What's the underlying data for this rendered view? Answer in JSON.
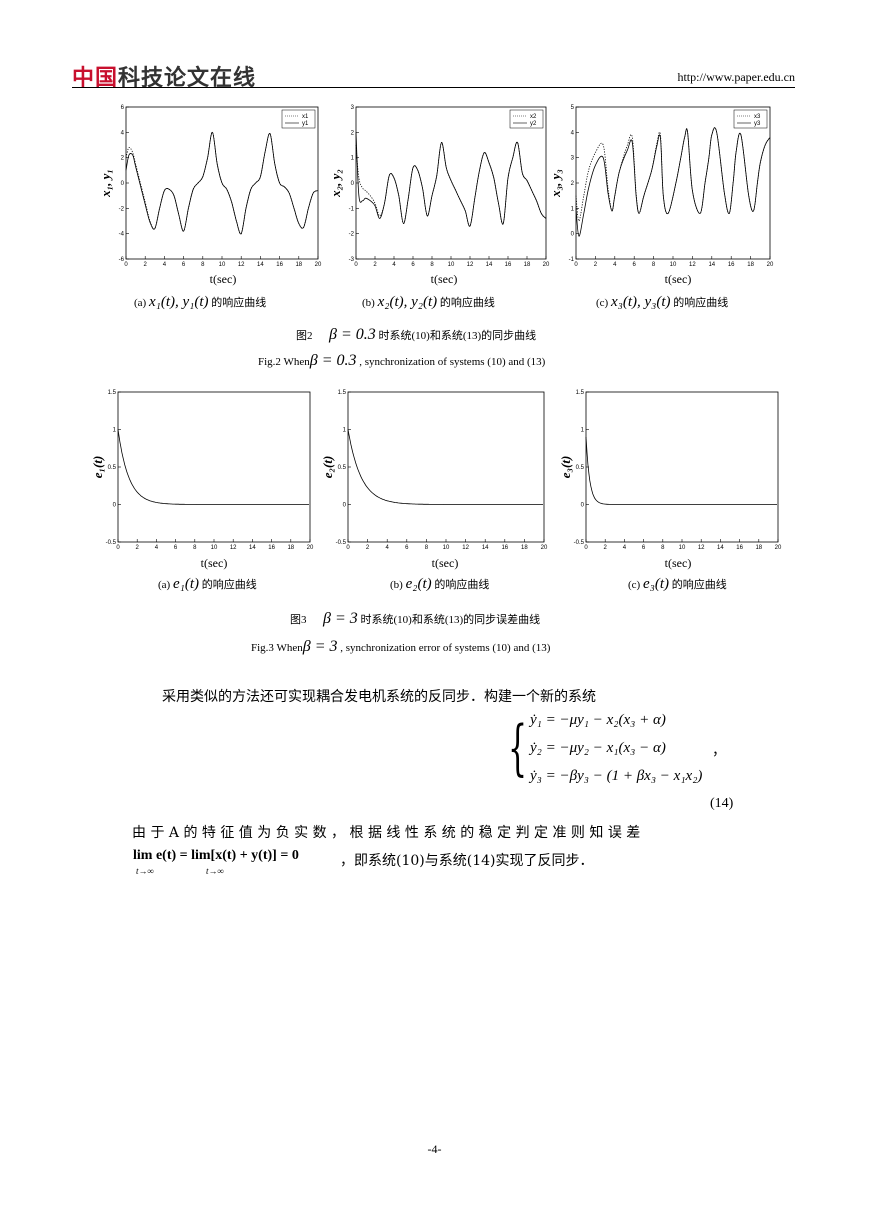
{
  "header": {
    "logo_red": "中国",
    "logo_dark": "科技论文在线",
    "url": "http://www.paper.edu.cn"
  },
  "fig2": {
    "caption_cn_prefix": "图2",
    "caption_cn_math": "β = 0.3",
    "caption_cn_suffix": "时系统(10)和系统(13)的同步曲线",
    "caption_en_prefix": "Fig.2    When",
    "caption_en_math": "β = 0.3",
    "caption_en_suffix": ", synchronization of systems (10) and (13)",
    "xlabel": "t(sec)",
    "subcaptions": [
      {
        "tag": "(a)",
        "math": "x₁(t), y₁(t)",
        "text": "的响应曲线"
      },
      {
        "tag": "(b)",
        "math": "x₂(t), y₂(t)",
        "text": "的响应曲线"
      },
      {
        "tag": "(c)",
        "math": "x₃(t), y₃(t)",
        "text": "的响应曲线"
      }
    ]
  },
  "fig3": {
    "caption_cn_prefix": "图3",
    "caption_cn_math": "β = 3",
    "caption_cn_suffix": "时系统(10)和系统(13)的同步误差曲线",
    "caption_en_prefix": "Fig.3    When",
    "caption_en_math": "β = 3",
    "caption_en_suffix": ", synchronization error of systems (10) and (13)",
    "xlabel": "t(sec)",
    "subcaptions": [
      {
        "tag": "(a)",
        "math": "e₁(t)",
        "text": "的响应曲线"
      },
      {
        "tag": "(b)",
        "math": "e₂(t)",
        "text": "的响应曲线"
      },
      {
        "tag": "(c)",
        "math": "e₃(t)",
        "text": "的响应曲线"
      }
    ]
  },
  "text": {
    "para1": "采用类似的方法还可实现耦合发电机系统的反同步．构建一个新的系统",
    "eq_line1": "ẏ₁ = −μy₁ − x₂(x₃ + α)",
    "eq_line2": "ẏ₂ = −μy₂ − x₁(x₃ − α)",
    "eq_line3": "ẏ₃ = −βy₃ − (1 + βx₃ − x₁x₂)",
    "eq_comma": "，",
    "eq_number": "(14)",
    "para2": "由 于 A 的 特 征 值 为 负 实 数 ， 根 据 线 性 系 统 的 稳 定 判 定 准 则 知 误 差",
    "limit_expr": "lim e(t) = lim[x(t) + y(t)] = 0",
    "limit_sub": "t→∞",
    "para3": "，即系统(10)与系统(14)实现了反同步．",
    "page_number": "-4-"
  },
  "chart_data": [
    {
      "type": "line",
      "id": "fig2a",
      "xlabel": "t(sec)",
      "ylabel": "x₁, y₁",
      "xlim": [
        0,
        20
      ],
      "ylim": [
        -6,
        6
      ],
      "xticks": [
        0,
        2,
        4,
        6,
        8,
        10,
        12,
        14,
        16,
        18,
        20
      ],
      "yticks": [
        -6,
        -4,
        -2,
        0,
        2,
        4,
        6
      ],
      "legend": [
        "x1",
        "y1"
      ],
      "legend_position": "top-right",
      "series": [
        {
          "name": "x1",
          "style": "dotted",
          "x": [
            0,
            0.3,
            0.7,
            1,
            1.5,
            2,
            2.5,
            3,
            3.5,
            4,
            4.5,
            5,
            5.5,
            6,
            6.5,
            7,
            7.5,
            8,
            8.5,
            9,
            9.5,
            10,
            10.5,
            11,
            11.5,
            12,
            12.5,
            13,
            13.5,
            14,
            14.5,
            15,
            15.5,
            16,
            16.5,
            17,
            17.5,
            18,
            18.5,
            19,
            19.5,
            20
          ],
          "y": [
            2,
            2.8,
            2.4,
            1.5,
            0,
            -1.5,
            -3,
            -3.6,
            -2,
            -0.6,
            -0.5,
            -1,
            -2.5,
            -3.8,
            -2,
            -0.5,
            0,
            0.5,
            2,
            4,
            1.5,
            0,
            -0.5,
            -1.5,
            -3,
            -4,
            -2,
            -0.5,
            0,
            0.5,
            2.5,
            3.9,
            1.5,
            0,
            -0.3,
            -0.8,
            -2,
            -3.2,
            -3.5,
            -2,
            -0.8,
            -0.6
          ]
        },
        {
          "name": "y1",
          "style": "solid",
          "x": [
            0,
            0.3,
            0.7,
            1,
            1.5,
            2,
            2.5,
            3,
            3.5,
            4,
            4.5,
            5,
            5.5,
            6,
            6.5,
            7,
            7.5,
            8,
            8.5,
            9,
            9.5,
            10,
            10.5,
            11,
            11.5,
            12,
            12.5,
            13,
            13.5,
            14,
            14.5,
            15,
            15.5,
            16,
            16.5,
            17,
            17.5,
            18,
            18.5,
            19,
            19.5,
            20
          ],
          "y": [
            1,
            2.2,
            2.2,
            1.3,
            -0.2,
            -1.7,
            -3.1,
            -3.6,
            -2,
            -0.6,
            -0.5,
            -1,
            -2.5,
            -3.8,
            -2,
            -0.5,
            0,
            0.5,
            2,
            4,
            1.5,
            0,
            -0.5,
            -1.5,
            -3,
            -4,
            -2,
            -0.5,
            0,
            0.5,
            2.5,
            3.9,
            1.5,
            0,
            -0.3,
            -0.8,
            -2,
            -3.2,
            -3.5,
            -2,
            -0.8,
            -0.6
          ]
        }
      ]
    },
    {
      "type": "line",
      "id": "fig2b",
      "xlabel": "t(sec)",
      "ylabel": "x₂, y₂",
      "xlim": [
        0,
        20
      ],
      "ylim": [
        -3,
        3
      ],
      "xticks": [
        0,
        2,
        4,
        6,
        8,
        10,
        12,
        14,
        16,
        18,
        20
      ],
      "yticks": [
        -3,
        -2,
        -1,
        0,
        1,
        2,
        3
      ],
      "legend": [
        "x2",
        "y2"
      ],
      "legend_position": "top-right",
      "series": [
        {
          "name": "x2",
          "style": "dotted",
          "x": [
            0,
            0.3,
            0.7,
            1,
            1.5,
            2,
            2.5,
            3,
            3.5,
            4,
            4.5,
            5,
            5.5,
            6,
            6.5,
            7,
            7.5,
            8,
            8.5,
            9,
            9.5,
            10,
            10.5,
            11,
            11.5,
            12,
            12.5,
            13,
            13.5,
            14,
            14.5,
            15,
            15.5,
            16,
            16.5,
            17,
            17.5,
            18,
            18.5,
            19,
            19.5,
            20
          ],
          "y": [
            1.5,
            0.2,
            -0.2,
            -0.3,
            -0.5,
            -0.8,
            -1.3,
            -0.8,
            0.3,
            0.2,
            -0.5,
            -1.6,
            -0.6,
            0.6,
            0.5,
            -0.2,
            -1.3,
            -0.5,
            0.3,
            1.6,
            0.6,
            0.1,
            -0.3,
            -0.7,
            -1.1,
            -1.7,
            -0.6,
            0.5,
            1.2,
            0.8,
            0.2,
            -0.8,
            -1.6,
            0.2,
            1,
            1.6,
            0.4,
            0.1,
            -0.3,
            -0.7,
            -1.2,
            -1.4
          ]
        },
        {
          "name": "y2",
          "style": "solid",
          "x": [
            0,
            0.3,
            0.7,
            1,
            1.5,
            2,
            2.5,
            3,
            3.5,
            4,
            4.5,
            5,
            5.5,
            6,
            6.5,
            7,
            7.5,
            8,
            8.5,
            9,
            9.5,
            10,
            10.5,
            11,
            11.5,
            12,
            12.5,
            13,
            13.5,
            14,
            14.5,
            15,
            15.5,
            16,
            16.5,
            17,
            17.5,
            18,
            18.5,
            19,
            19.5,
            20
          ],
          "y": [
            2,
            -0.5,
            -0.7,
            -0.6,
            -0.7,
            -0.9,
            -1.4,
            -0.8,
            0.3,
            0.2,
            -0.5,
            -1.6,
            -0.6,
            0.6,
            0.5,
            -0.2,
            -1.3,
            -0.5,
            0.3,
            1.6,
            0.6,
            0.1,
            -0.3,
            -0.7,
            -1.1,
            -1.7,
            -0.6,
            0.5,
            1.2,
            0.8,
            0.2,
            -0.8,
            -1.6,
            0.2,
            1,
            1.6,
            0.4,
            0.1,
            -0.3,
            -0.7,
            -1.2,
            -1.4
          ]
        }
      ]
    },
    {
      "type": "line",
      "id": "fig2c",
      "xlabel": "t(sec)",
      "ylabel": "x₃, y₃",
      "xlim": [
        0,
        20
      ],
      "ylim": [
        -1,
        5
      ],
      "xticks": [
        0,
        2,
        4,
        6,
        8,
        10,
        12,
        14,
        16,
        18,
        20
      ],
      "yticks": [
        -1,
        0,
        1,
        2,
        3,
        4,
        5
      ],
      "legend": [
        "x3",
        "y3"
      ],
      "legend_position": "top-right",
      "series": [
        {
          "name": "x3",
          "style": "dotted",
          "x": [
            0,
            0.3,
            0.8,
            1.3,
            2,
            2.8,
            3.3,
            3.7,
            4,
            4.5,
            5.3,
            5.8,
            6.2,
            6.5,
            7,
            7.8,
            8.3,
            8.7,
            9,
            9.5,
            10.3,
            10.8,
            11.2,
            11.5,
            12,
            12.8,
            13.3,
            13.7,
            14,
            14.5,
            15.3,
            15.8,
            16.2,
            16.5,
            17,
            17.8,
            18.3,
            18.7,
            19,
            19.5,
            20
          ],
          "y": [
            1.5,
            0.5,
            1.5,
            2.5,
            3.2,
            3.5,
            1.8,
            0.9,
            1.5,
            2.5,
            3.5,
            3.8,
            1.6,
            0.8,
            1.5,
            2.5,
            3.5,
            3.9,
            1.5,
            0.8,
            2,
            3,
            3.8,
            4.0,
            1.7,
            0.8,
            2,
            3,
            3.9,
            4.0,
            1.6,
            0.8,
            2,
            3.2,
            3.9,
            1.5,
            0.9,
            2,
            2.8,
            3.5,
            3.8
          ]
        },
        {
          "name": "y3",
          "style": "solid",
          "x": [
            0,
            0.3,
            0.8,
            1.3,
            2,
            2.8,
            3.3,
            3.7,
            4,
            4.5,
            5.3,
            5.8,
            6.2,
            6.5,
            7,
            7.8,
            8.3,
            8.7,
            9,
            9.5,
            10.3,
            10.8,
            11.2,
            11.5,
            12,
            12.8,
            13.3,
            13.7,
            14,
            14.5,
            15.3,
            15.8,
            16.2,
            16.5,
            17,
            17.8,
            18.3,
            18.7,
            19,
            19.5,
            20
          ],
          "y": [
            1,
            -0.1,
            0.8,
            1.8,
            2.7,
            3.0,
            1.6,
            0.9,
            1.5,
            2.5,
            3.3,
            3.6,
            1.5,
            0.8,
            1.5,
            2.5,
            3.4,
            3.8,
            1.5,
            0.8,
            2,
            3,
            3.8,
            4.0,
            1.7,
            0.8,
            2,
            3,
            3.9,
            4.0,
            1.6,
            0.8,
            2,
            3.2,
            3.9,
            1.5,
            0.9,
            2,
            2.8,
            3.5,
            3.8
          ]
        }
      ]
    },
    {
      "type": "line",
      "id": "fig3a",
      "xlabel": "t(sec)",
      "ylabel": "e₁(t)",
      "xlim": [
        0,
        20
      ],
      "ylim": [
        -0.5,
        1.5
      ],
      "xticks": [
        0,
        2,
        4,
        6,
        8,
        10,
        12,
        14,
        16,
        18,
        20
      ],
      "yticks": [
        -0.5,
        0,
        0.5,
        1,
        1.5
      ],
      "series": [
        {
          "name": "",
          "style": "solid",
          "decay_rate": 0.9,
          "initial": 1
        }
      ]
    },
    {
      "type": "line",
      "id": "fig3b",
      "xlabel": "t(sec)",
      "ylabel": "e₂(t)",
      "xlim": [
        0,
        20
      ],
      "ylim": [
        -0.5,
        1.5
      ],
      "xticks": [
        0,
        2,
        4,
        6,
        8,
        10,
        12,
        14,
        16,
        18,
        20
      ],
      "yticks": [
        -0.5,
        0,
        0.5,
        1,
        1.5
      ],
      "series": [
        {
          "name": "",
          "style": "solid",
          "decay_rate": 0.75,
          "initial": 1
        }
      ]
    },
    {
      "type": "line",
      "id": "fig3c",
      "xlabel": "t(sec)",
      "ylabel": "e₃(t)",
      "xlim": [
        0,
        20
      ],
      "ylim": [
        -0.5,
        1.5
      ],
      "xticks": [
        0,
        2,
        4,
        6,
        8,
        10,
        12,
        14,
        16,
        18,
        20
      ],
      "yticks": [
        -0.5,
        0,
        0.5,
        1,
        1.5
      ],
      "series": [
        {
          "name": "",
          "style": "solid",
          "decay_rate": 2.6,
          "initial": 0.9
        }
      ]
    }
  ]
}
